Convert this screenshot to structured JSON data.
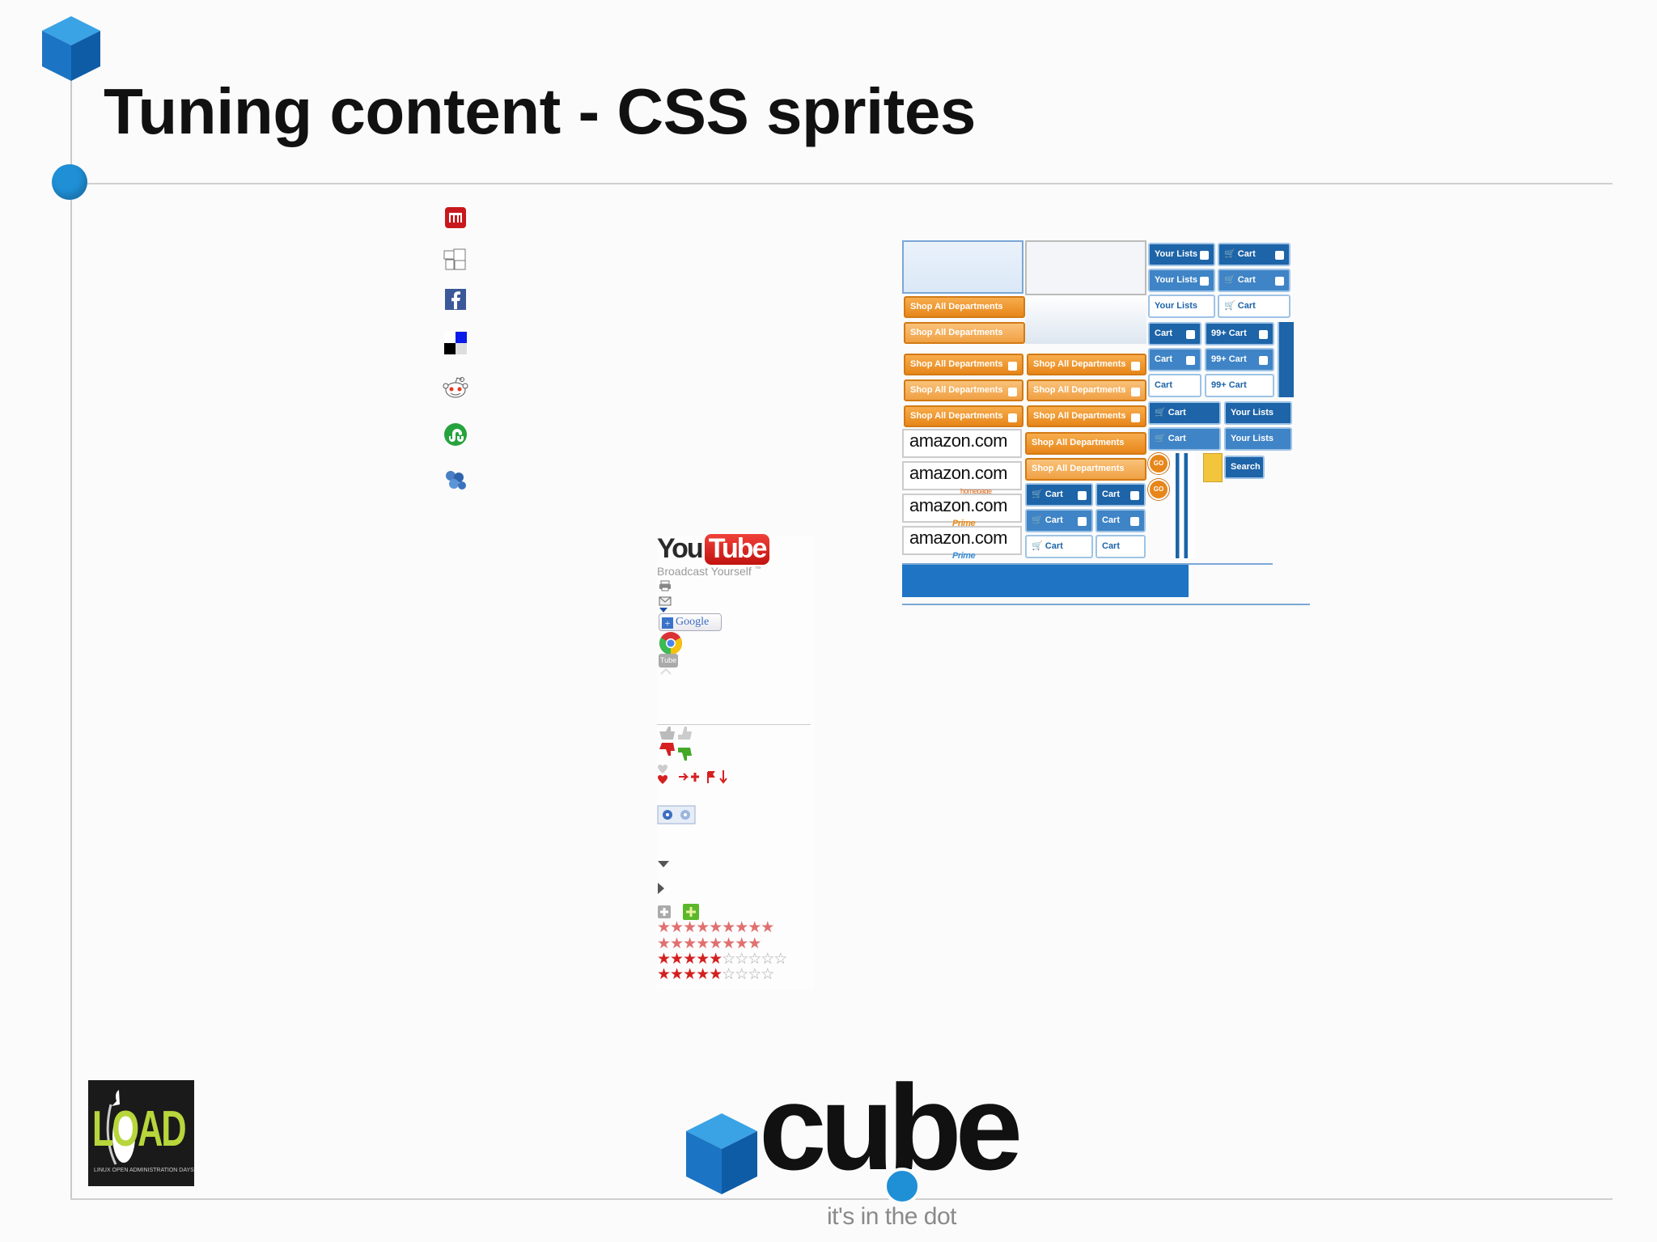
{
  "slide": {
    "title": "Tuning content - CSS sprites"
  },
  "icons_sprite": {
    "items": [
      "myspace-icon",
      "friends-icon",
      "facebook-icon",
      "delicious-icon",
      "reddit-icon",
      "stumbleupon-icon",
      "meme-icon"
    ]
  },
  "youtube_sprite": {
    "logo_you": "You",
    "logo_tube": "Tube",
    "tagline": "Broadcast Yourself",
    "tm": "™",
    "google_button": "Google",
    "tube_chip": "Tube",
    "stars_1": "★★★★★★★★★",
    "stars_2": "★★★★★★★★",
    "stars_3a": "★★★★★",
    "stars_3b": "☆☆☆☆☆",
    "stars_4a": "★★★★★",
    "stars_4b": "☆☆☆☆"
  },
  "amazon_sprite": {
    "shop_all": "Shop All Departments",
    "your_lists": "Your Lists",
    "cart": "Cart",
    "badge": "99+",
    "go": "GO",
    "search": "Search",
    "logo_main": "amazon.com",
    "logo_homepage": "homepage",
    "logo_prime": "Prime",
    "colors": {
      "orange": "#e7861a",
      "blue": "#1d64a8"
    }
  },
  "branding": {
    "load_text": "LOAD",
    "load_subtitle": "LINUX OPEN ADMINISTRATION DAYS",
    "cube_word": "cube",
    "cube_tagline": "it's in the dot",
    "accent_color": "#1f8fd6"
  }
}
